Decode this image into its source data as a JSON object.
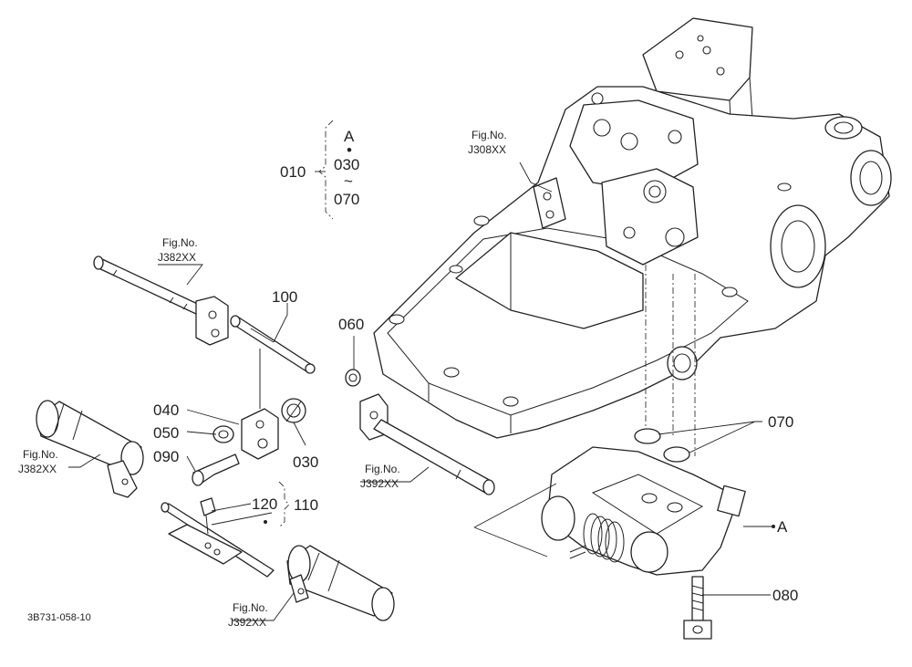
{
  "diagram": {
    "doc_code": "3B731-058-10",
    "group_label": {
      "main": "010",
      "items": [
        "A",
        "030",
        "070"
      ]
    },
    "callouts": {
      "c060": "060",
      "c100": "100",
      "c040": "040",
      "c050": "050",
      "c090": "090",
      "c030": "030",
      "c120": "120",
      "c110": "110",
      "c070": "070",
      "c080": "080",
      "cA": "A"
    },
    "refs": {
      "j308": {
        "line1": "Fig.No.",
        "line2": "J308XX"
      },
      "j382a": {
        "line1": "Fig.No.",
        "line2": "J382XX"
      },
      "j382b": {
        "line1": "Fig.No.",
        "line2": "J382XX"
      },
      "j392a": {
        "line1": "Fig.No.",
        "line2": "J392XX"
      },
      "j392b": {
        "line1": "Fig.No.",
        "line2": "J392XX"
      }
    },
    "group_symbols": {
      "dot": "•",
      "tilde": "~"
    }
  }
}
